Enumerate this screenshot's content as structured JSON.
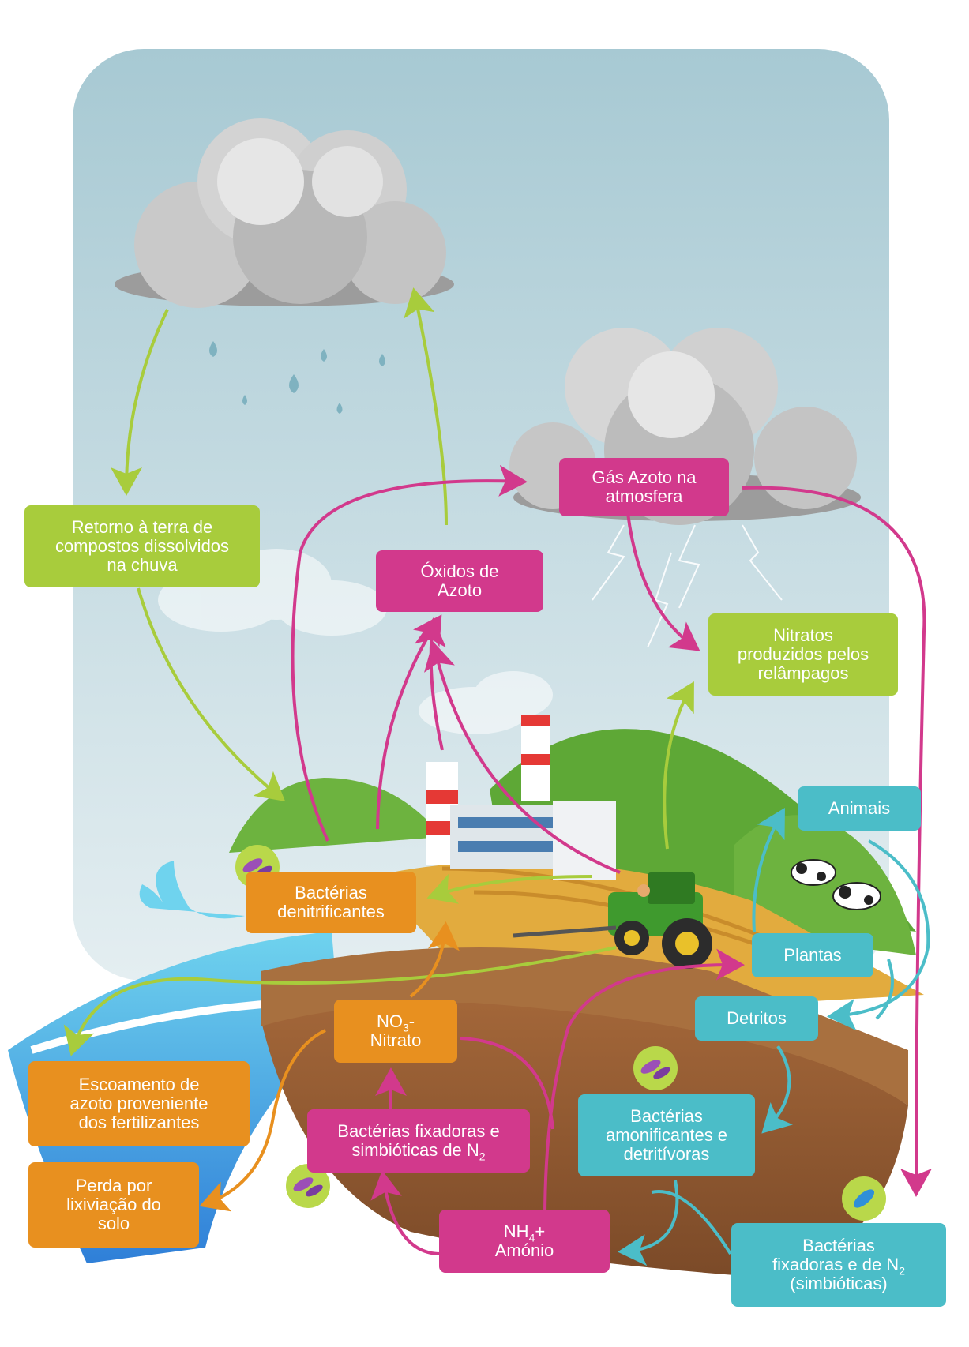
{
  "colors": {
    "sky": "#a9ccd6",
    "green_accent": "#a8cc3c",
    "pink_accent": "#d2398c",
    "orange_accent": "#e8901f",
    "teal_accent": "#4bbdc8"
  },
  "labels": {
    "return_rain": [
      "Retorno à terra de",
      "compostos dissolvidos",
      "na chuva"
    ],
    "oxides": [
      "Óxidos de",
      "Azoto"
    ],
    "nitrogen_gas": [
      "Gás Azoto na",
      "atmosfera"
    ],
    "lightning_nitrates": [
      "Nitratos",
      "produzidos pelos",
      "relâmpagos"
    ],
    "denitrifying": [
      "Bactérias",
      "denitrificantes"
    ],
    "animals": "Animais",
    "plants": "Plantas",
    "detritus": "Detritos",
    "nitrate": {
      "formula": "NO",
      "sub": "3",
      "suffix": "-",
      "name": "Nitrato"
    },
    "runoff": [
      "Escoamento de",
      "azoto proveniente",
      "dos fertilizantes"
    ],
    "leaching": [
      "Perda por",
      "lixiviação do",
      "solo"
    ],
    "fixing_symbiotic": {
      "line1": "Bactérias fixadoras e",
      "line2_prefix": "simbióticas de N",
      "line2_sub": "2"
    },
    "ammonifying": [
      "Bactérias",
      "amonificantes e",
      "detritívoras"
    ],
    "ammonium": {
      "formula": "NH",
      "sub": "4",
      "suffix": "+",
      "name": "Amónio"
    },
    "fixing_n2": {
      "line1": "Bactérias",
      "line2_prefix": "fixadoras e de N",
      "line2_sub": "2",
      "line3": "(simbióticas)"
    }
  },
  "icons": [
    "cloud-icon",
    "rain-drop-icon",
    "lightning-icon",
    "factory-icon",
    "tractor-icon",
    "cow-icon",
    "bacteria-icon",
    "water-splash-icon"
  ]
}
